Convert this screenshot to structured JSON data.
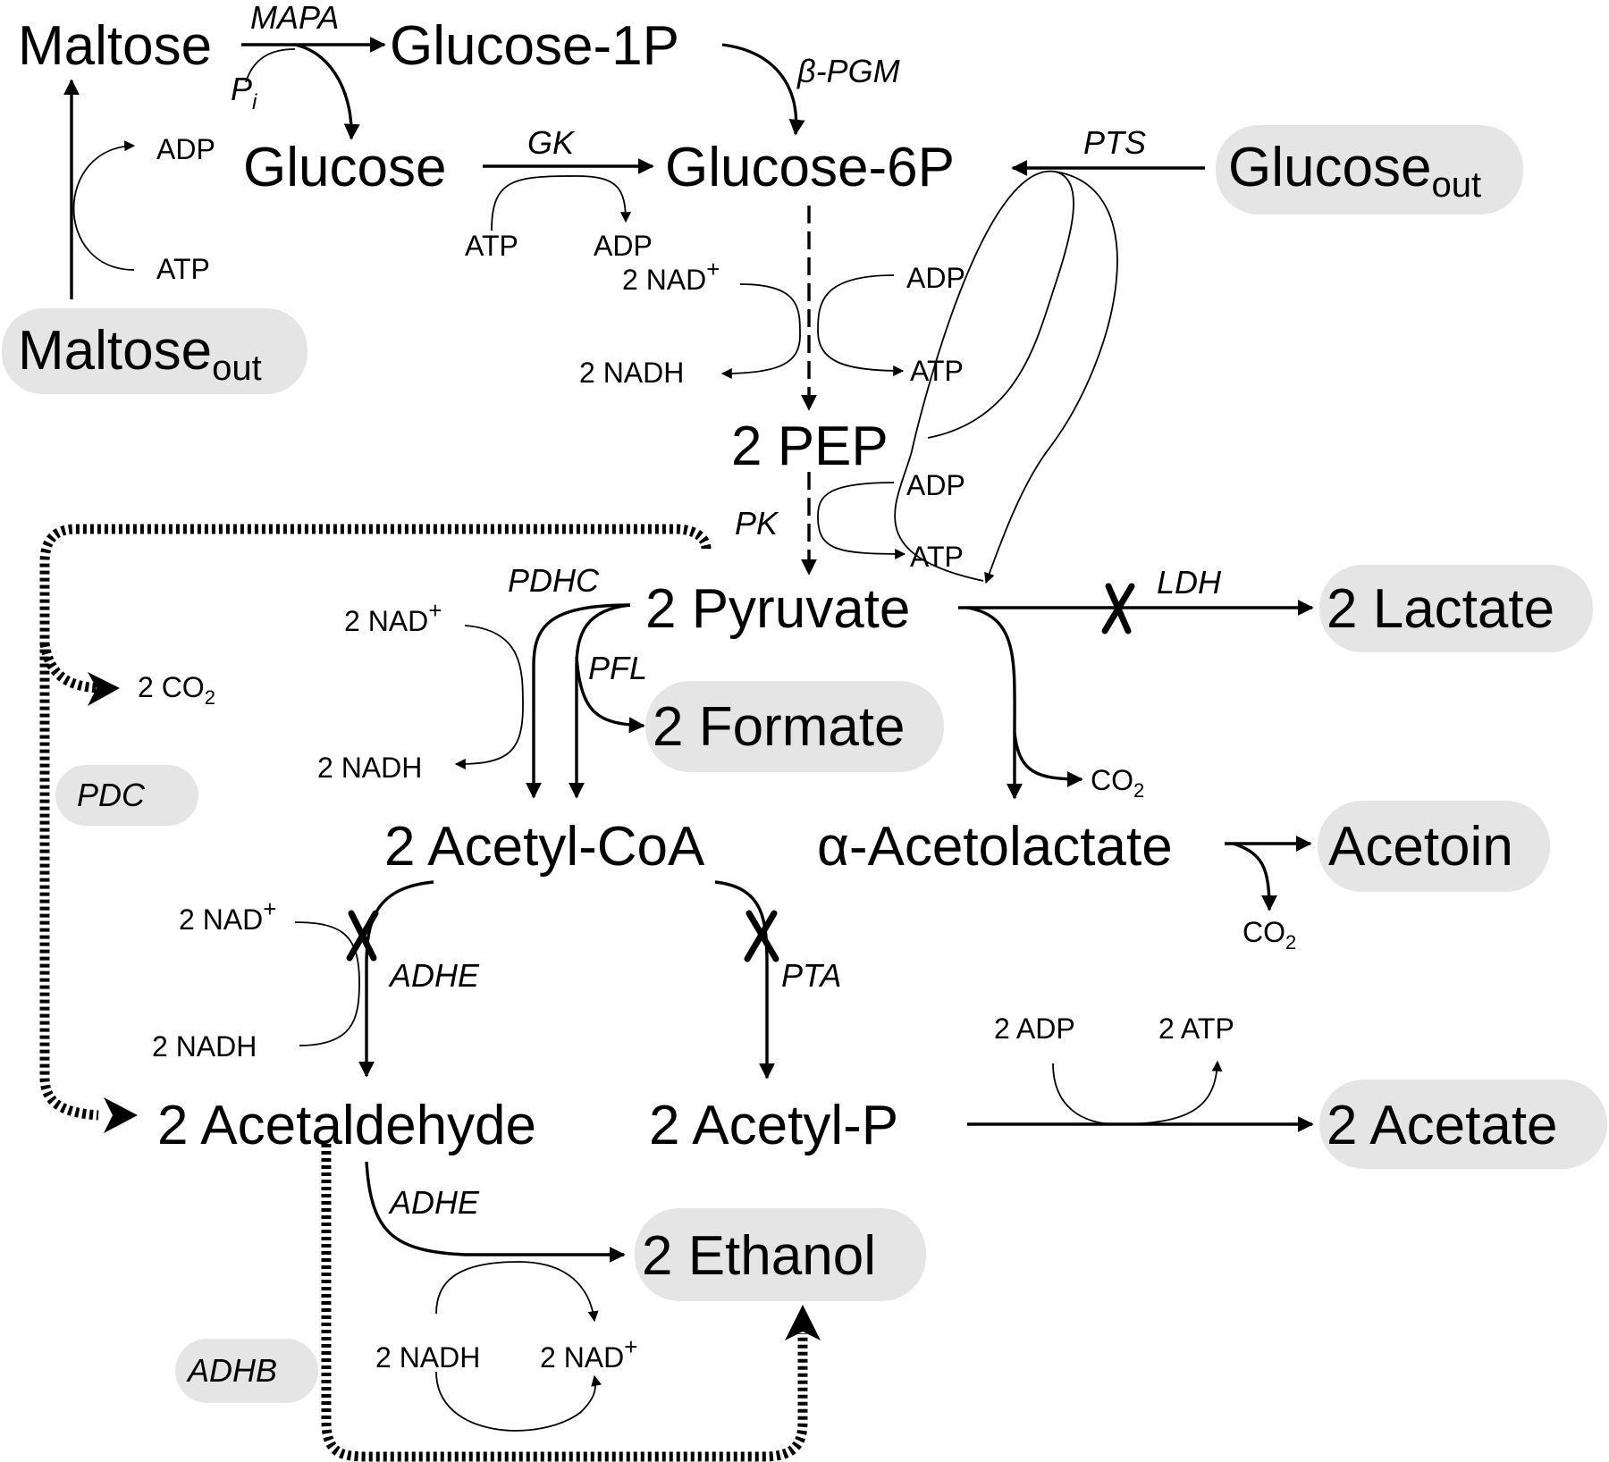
{
  "metabolites": {
    "maltose": "Maltose",
    "maltose_out_main": "Maltose",
    "maltose_out_sub": "out",
    "glucose_1p": "Glucose-1P",
    "glucose": "Glucose",
    "glucose_6p": "Glucose-6P",
    "glucose_out_main": "Glucose",
    "glucose_out_sub": "out",
    "pep": "2 PEP",
    "pyruvate": "2 Pyruvate",
    "lactate": "2 Lactate",
    "formate": "2 Formate",
    "acetyl_coa": "2 Acetyl-CoA",
    "acetolactate": "α-Acetolactate",
    "acetoin": "Acetoin",
    "acetaldehyde": "2 Acetaldehyde",
    "acetyl_p": "2 Acetyl-P",
    "acetate": "2 Acetate",
    "ethanol": "2 Ethanol"
  },
  "enzymes": {
    "mapa": "MAPA",
    "pi_main": "P",
    "pi_sub": "i",
    "b_pgm": "β-PGM",
    "gk": "GK",
    "pts": "PTS",
    "pk": "PK",
    "pdhc": "PDHC",
    "pfl": "PFL",
    "ldh": "LDH",
    "pdc": "PDC",
    "adhe_1": "ADHE",
    "pta": "PTA",
    "adhe_2": "ADHE",
    "adhb": "ADHB"
  },
  "cofactors": {
    "maltose_adp": "ADP",
    "maltose_atp": "ATP",
    "gk_atp": "ATP",
    "gk_adp": "ADP",
    "glyc_nad": "2 NAD",
    "glyc_nadh": "2 NADH",
    "glyc_adp": "ADP",
    "glyc_atp": "ATP",
    "pk_adp": "ADP",
    "pk_atp": "ATP",
    "pdhc_nad": "2 NAD",
    "pdhc_nadh": "2 NADH",
    "pdc_co2_main": "2 CO",
    "pdc_co2_sub": "2",
    "als_co2_main": "CO",
    "als_co2_sub": "2",
    "ald_co2_main": "CO",
    "ald_co2_sub": "2",
    "adhe_nad": "2 NAD",
    "adhe_nadh": "2 NADH",
    "ack_adp": "2 ADP",
    "ack_atp": "2 ATP",
    "eth_nadh": "2 NADH",
    "eth_nad": "2 NAD",
    "plus": "+"
  },
  "blocked_marker": "X",
  "colors": {
    "highlight_box": "#e5e5e5",
    "ink": "#000000"
  }
}
